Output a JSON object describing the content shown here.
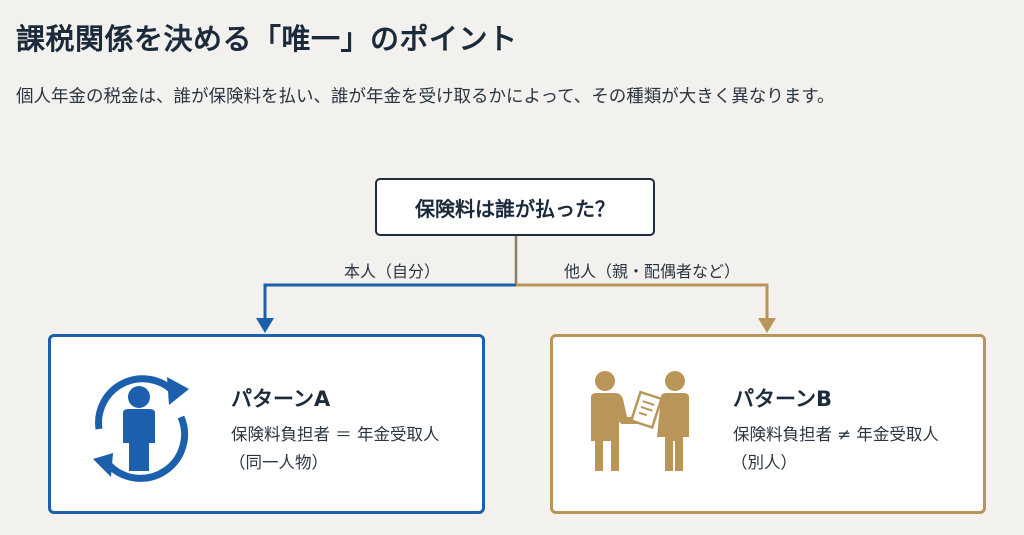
{
  "header": {
    "title": "課税関係を決める「唯一」のポイント",
    "subtitle": "個人年金の税金は、誰が保険料を払い、誰が年金を受け取るかによって、その種類が大きく異なります。"
  },
  "flow": {
    "question": "保険料は誰が払った？",
    "branches": [
      {
        "label": "本人（自分）",
        "color": "#1b5fad"
      },
      {
        "label": "他人（親・配偶者など）",
        "color": "#b9955a"
      }
    ],
    "stem_color": "#8c7f6a"
  },
  "patterns": [
    {
      "heading": "パターンA",
      "relation": "保険料負担者 ＝ 年金受取人",
      "note": "（同一人物）",
      "icon": "person-cycle-icon",
      "color": "#1b5fad"
    },
    {
      "heading": "パターンB",
      "relation": "保険料負担者 ≠ 年金受取人",
      "note": "（別人）",
      "icon": "two-people-document-icon",
      "color": "#b9955a"
    }
  ]
}
